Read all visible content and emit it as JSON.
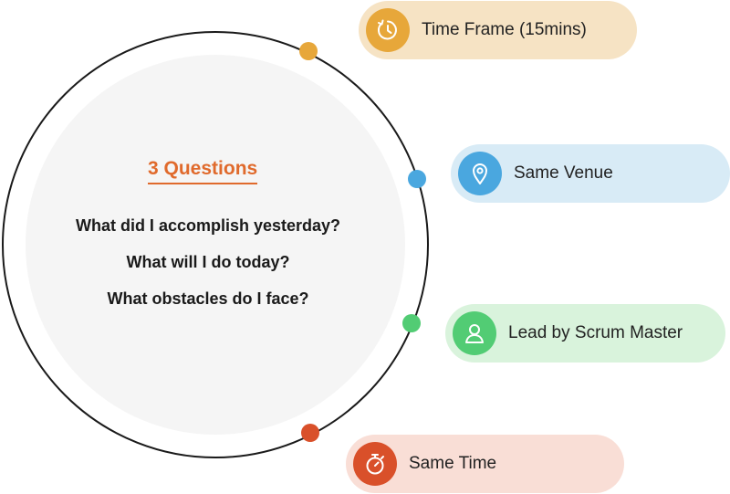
{
  "diagram": {
    "heading": "3 Questions",
    "questions": [
      "What did I accomplish yesterday?",
      "What will I do today?",
      "What obstacles do I face?"
    ],
    "items": [
      {
        "label": "Time Frame (15mins)",
        "icon": "clock-icon",
        "color": "#e7a73a",
        "background": "#f6e3c4"
      },
      {
        "label": "Same Venue",
        "icon": "location-pin-icon",
        "color": "#4aa7df",
        "background": "#d8ebf6"
      },
      {
        "label": "Lead by Scrum Master",
        "icon": "person-icon",
        "color": "#52cc74",
        "background": "#d9f3dc"
      },
      {
        "label": "Same Time",
        "icon": "stopwatch-icon",
        "color": "#d9502a",
        "background": "#f9ded6"
      }
    ],
    "colors": {
      "heading": "#e06a2c",
      "ring": "#1a1a1a",
      "inner_circle": "#f5f5f5"
    }
  }
}
